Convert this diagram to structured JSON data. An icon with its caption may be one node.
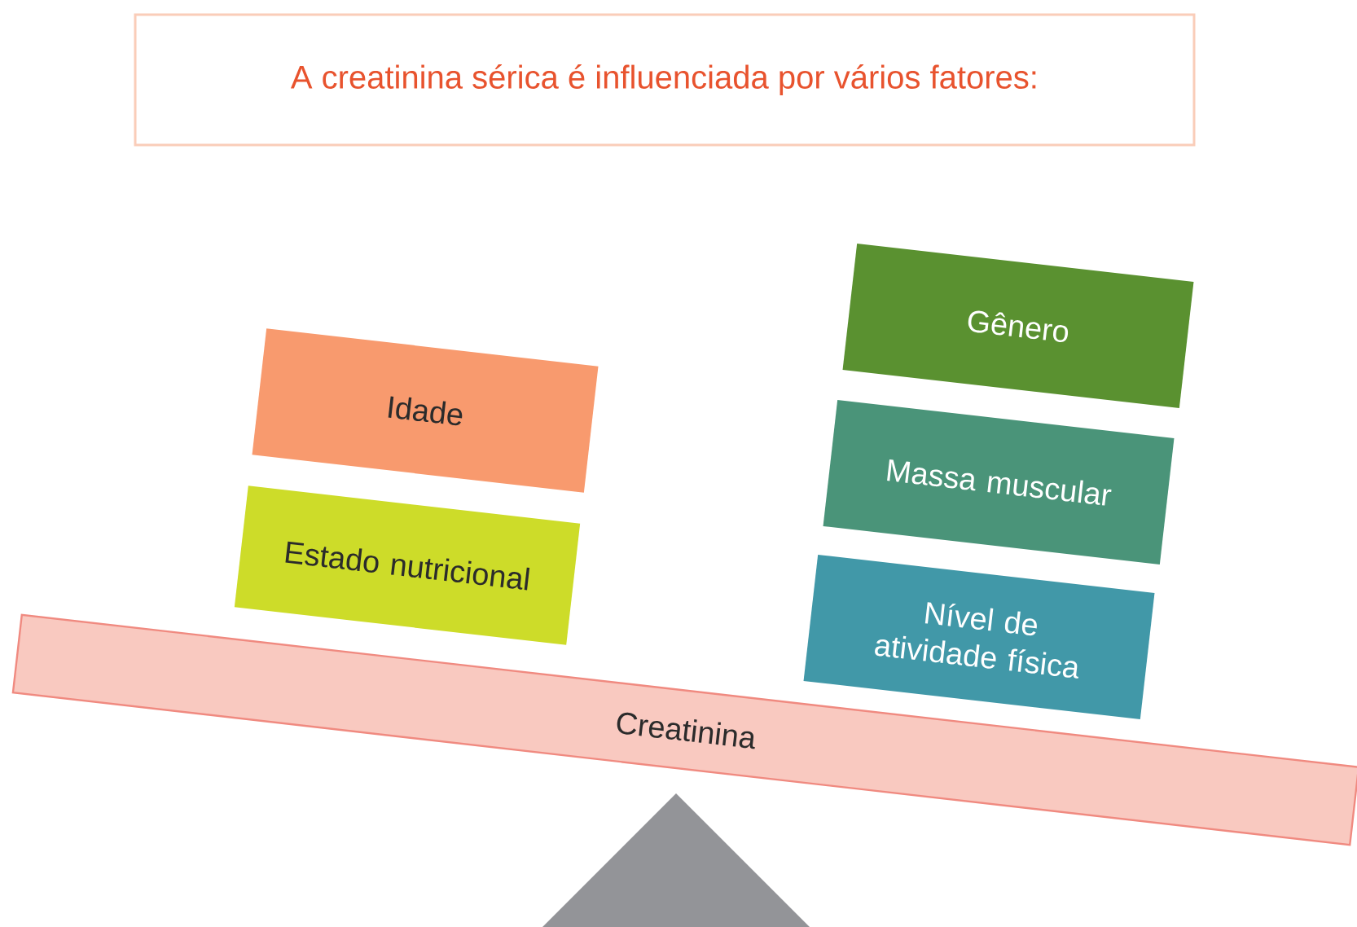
{
  "diagram": {
    "title": "A creatinina sérica é influenciada por vários fatores:",
    "nodes": [
      {
        "text": [
          "Idade"
        ]
      },
      {
        "text": [
          "Estado nutricional"
        ]
      },
      {
        "text": [
          "Gênero"
        ]
      },
      {
        "text": [
          "Massa muscular"
        ]
      },
      {
        "text": [
          "Nível de atividade física"
        ]
      },
      {
        "text": [
          "Creatinina"
        ]
      }
    ]
  }
}
